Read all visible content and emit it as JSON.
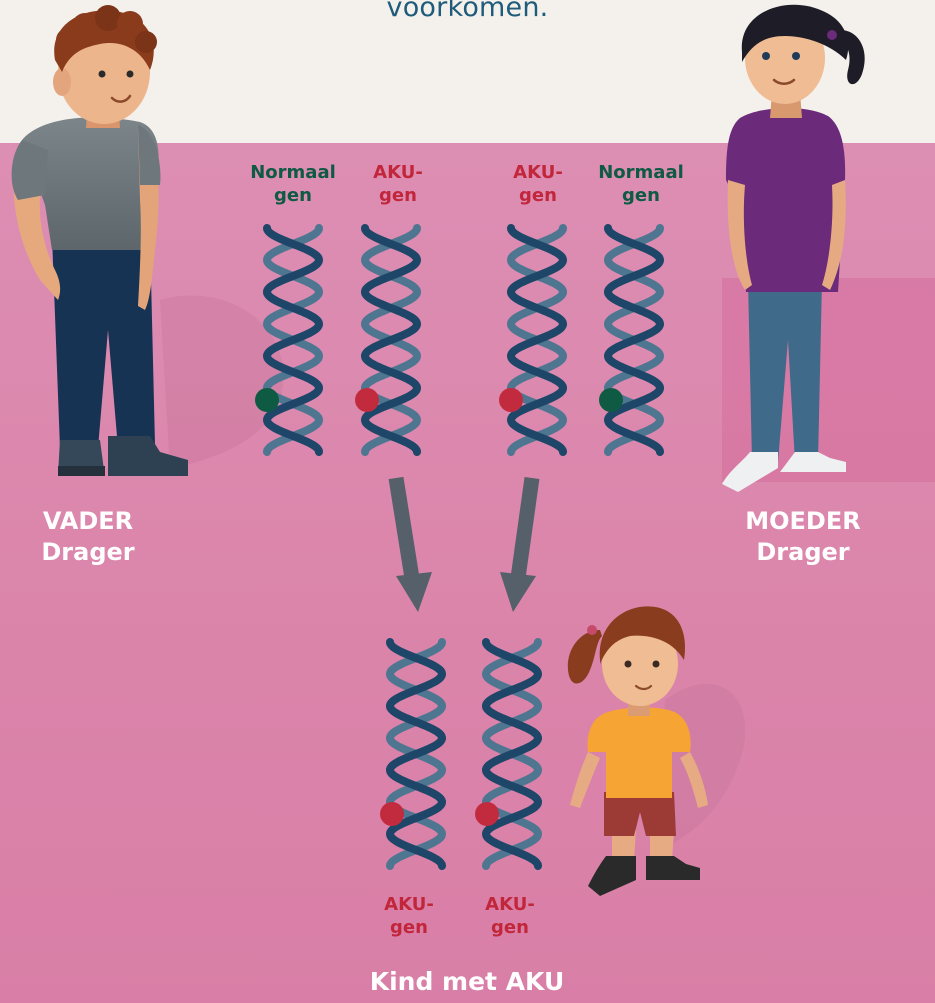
{
  "headline": "voorkomen.",
  "parents": {
    "father": {
      "title": "VADER",
      "status": "Drager"
    },
    "mother": {
      "title": "MOEDER",
      "status": "Drager"
    }
  },
  "genes": {
    "father_normal": {
      "line1": "Normaal",
      "line2": "gen"
    },
    "father_aku": {
      "line1": "AKU-",
      "line2": "gen"
    },
    "mother_aku": {
      "line1": "AKU-",
      "line2": "gen"
    },
    "mother_normal": {
      "line1": "Normaal",
      "line2": "gen"
    },
    "child_aku_1": {
      "line1": "AKU-",
      "line2": "gen"
    },
    "child_aku_2": {
      "line1": "AKU-",
      "line2": "gen"
    }
  },
  "child": {
    "title": "Kind met AKU"
  },
  "colors": {
    "normal_marker": "#0f5a43",
    "aku_marker": "#c22b3e",
    "dna_dark": "#1d4668",
    "dna_light": "#4f7691",
    "arrow": "#55606a",
    "background_pink": "#db85ab",
    "background_top": "#f4f1ec"
  }
}
